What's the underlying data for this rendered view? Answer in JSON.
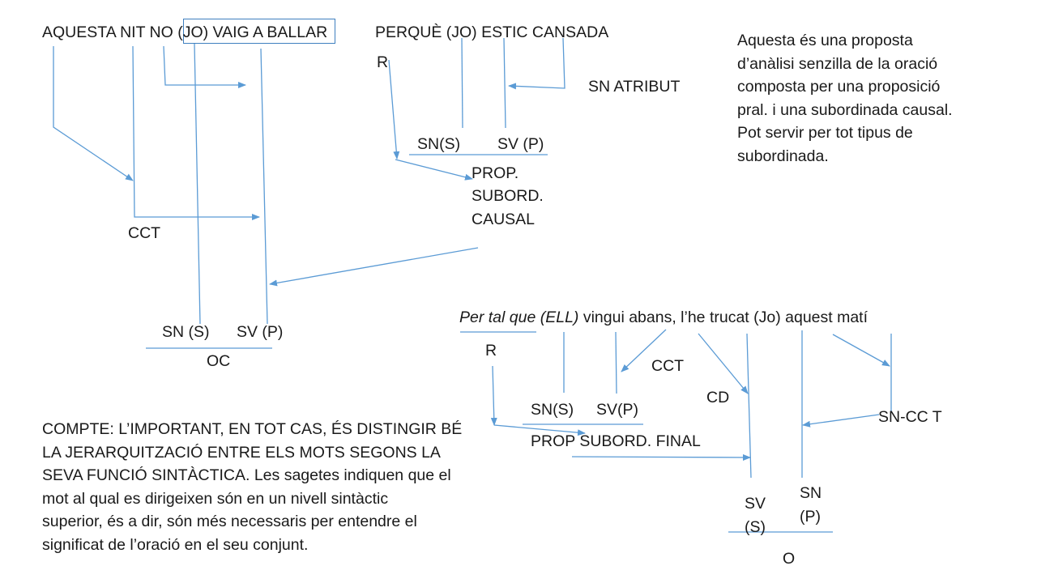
{
  "sentence1": {
    "text": "AQUESTA NIT NO (JO) VAIG A BALLAR",
    "connector": "PERQUÈ (JO) ESTIC CANSADA",
    "r_label": "R",
    "sn_atribut": "SN ATRIBUT",
    "sub_sn": "SN(S)",
    "sub_sv": "SV (P)",
    "prop_subord": [
      "PROP.",
      "SUBORD.",
      "CAUSAL"
    ],
    "cct": "CCT",
    "main_sn": "SN (S)",
    "main_sv": "SV (P)",
    "oc": "OC"
  },
  "description": [
    "Aquesta és una proposta",
    "d’anàlisi senzilla de la oració",
    "composta per una proposició",
    "pral. i una subordinada causal.",
    "Pot servir per tot tipus de",
    "subordinada."
  ],
  "sentence2": {
    "italic_part": "Per tal que (ELL)",
    "rest": " vingui abans, l’he trucat (Jo) aquest matí",
    "r_label": "R",
    "cct": "CCT",
    "cd": "CD",
    "sn_cc_t": "SN-CC T",
    "sub_sn": "SN(S)",
    "sub_sv": "SV(P)",
    "prop_subord_final": "PROP SUBORD. FINAL",
    "main_sv": [
      "SV",
      "(S)"
    ],
    "main_sn": [
      "SN",
      "(P)"
    ],
    "o": "O"
  },
  "compte": [
    "COMPTE: L’IMPORTANT, EN TOT CAS, ÉS DISTINGIR BÉ",
    "LA JERARQUITZACIÓ ENTRE ELS MOTS SEGONS LA",
    "SEVA FUNCIÓ SINTÀCTICA. Les sagetes indiquen que el",
    "mot al qual es dirigeixen són en un nivell sintàctic",
    "superior, és a dir, són més necessaris per entendre el",
    "significat de l’oració en el seu conjunt."
  ],
  "colors": {
    "line": "#5b9bd5",
    "box": "#3e7fbf",
    "text": "#1a1a1a"
  }
}
